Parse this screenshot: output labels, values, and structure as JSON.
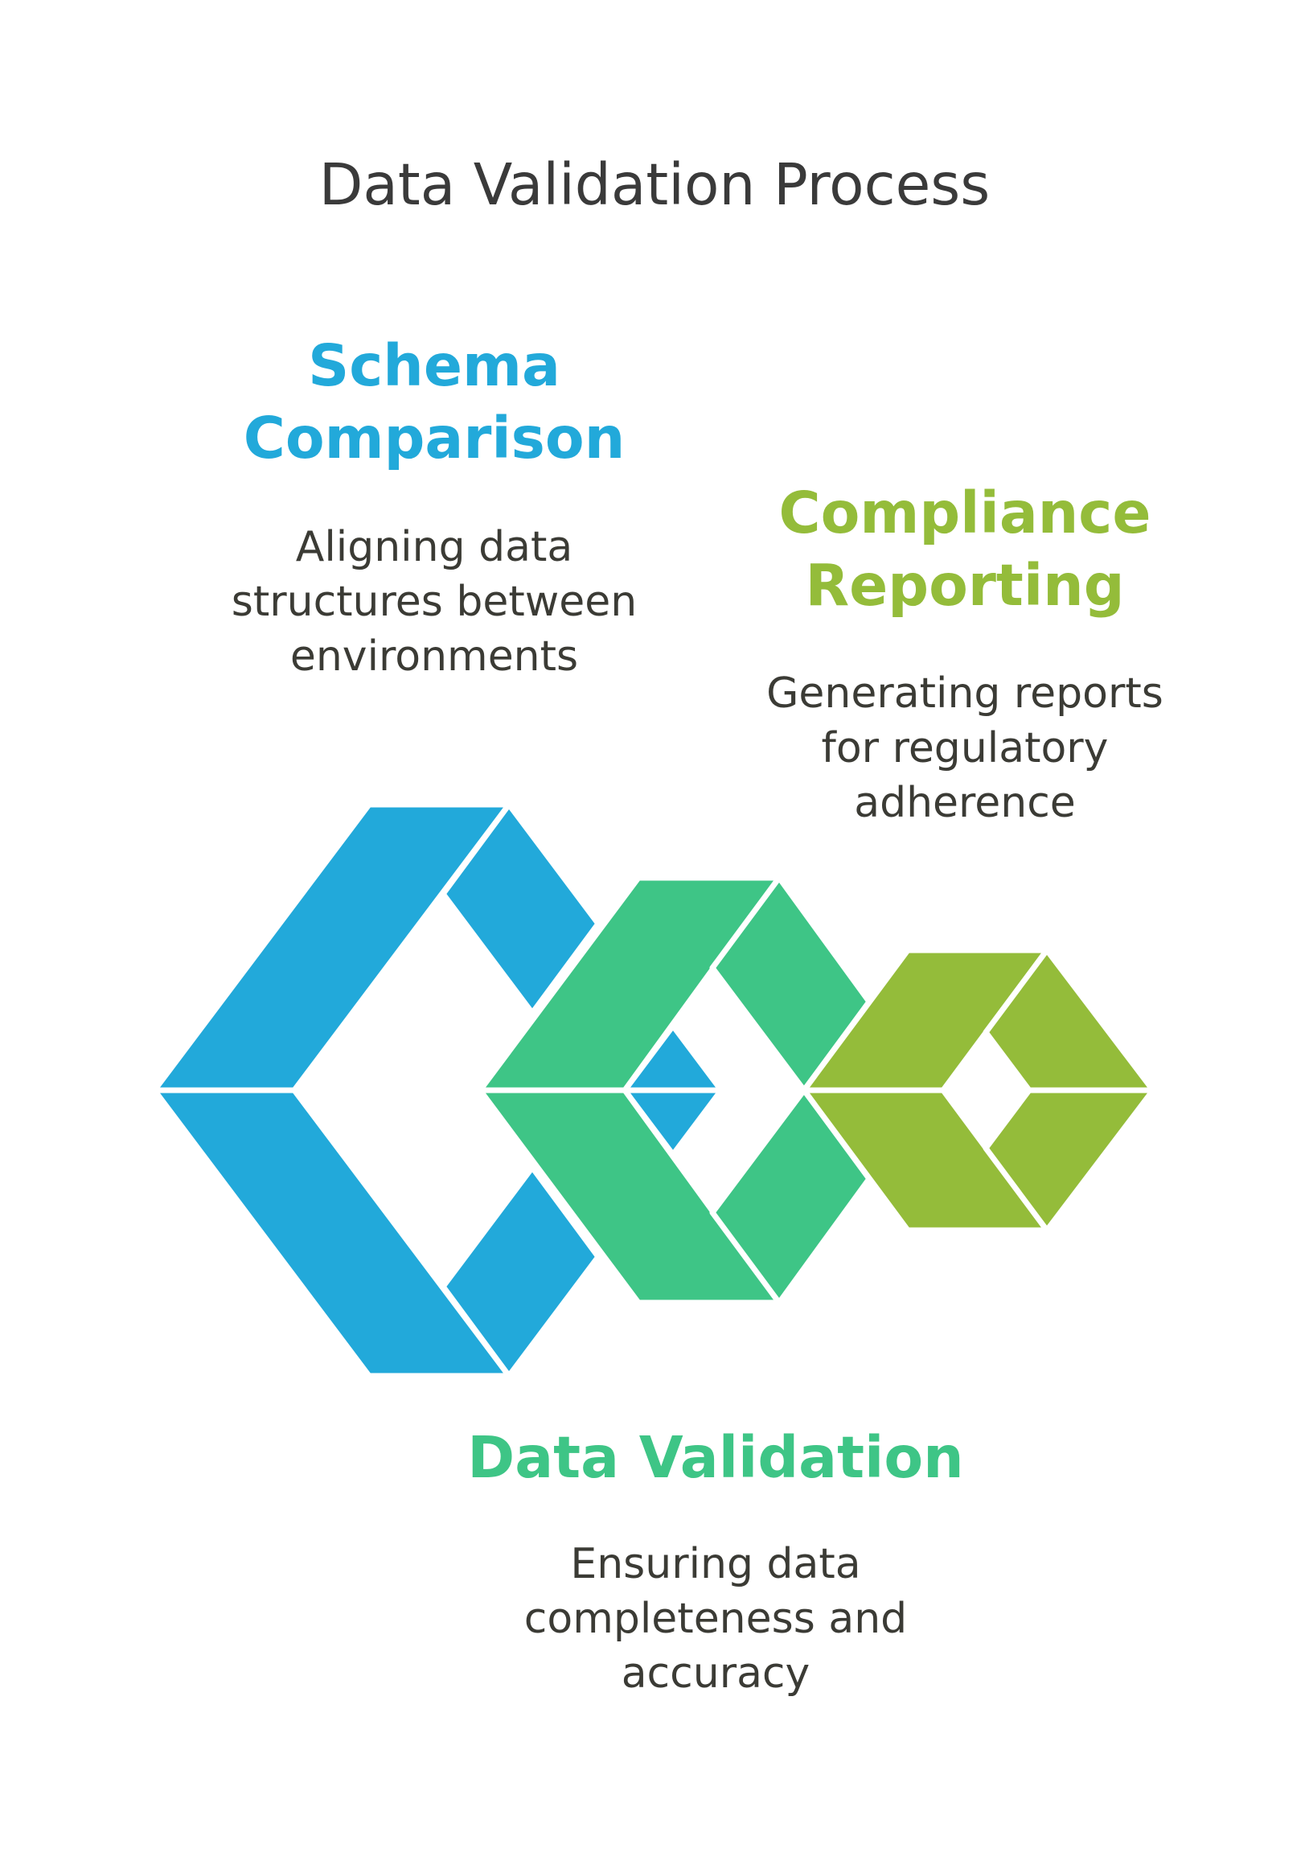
{
  "title": "Data Validation Process",
  "colors": {
    "blue": "#22A9DA",
    "green": "#3EC586",
    "olive": "#94BC3A",
    "title_text": "#3a3a3a",
    "desc_text": "#3b3b35"
  },
  "stages": {
    "schema": {
      "title_line1": "Schema",
      "title_line2": "Comparison",
      "desc_line1": "Aligning data",
      "desc_line2": "structures between",
      "desc_line3": "environments"
    },
    "compliance": {
      "title_line1": "Compliance",
      "title_line2": "Reporting",
      "desc_line1": "Generating reports",
      "desc_line2": "for regulatory",
      "desc_line3": "adherence"
    },
    "validation": {
      "title_line1": "Data Validation",
      "desc_line1": "Ensuring data",
      "desc_line2": "completeness and",
      "desc_line3": "accuracy"
    }
  }
}
